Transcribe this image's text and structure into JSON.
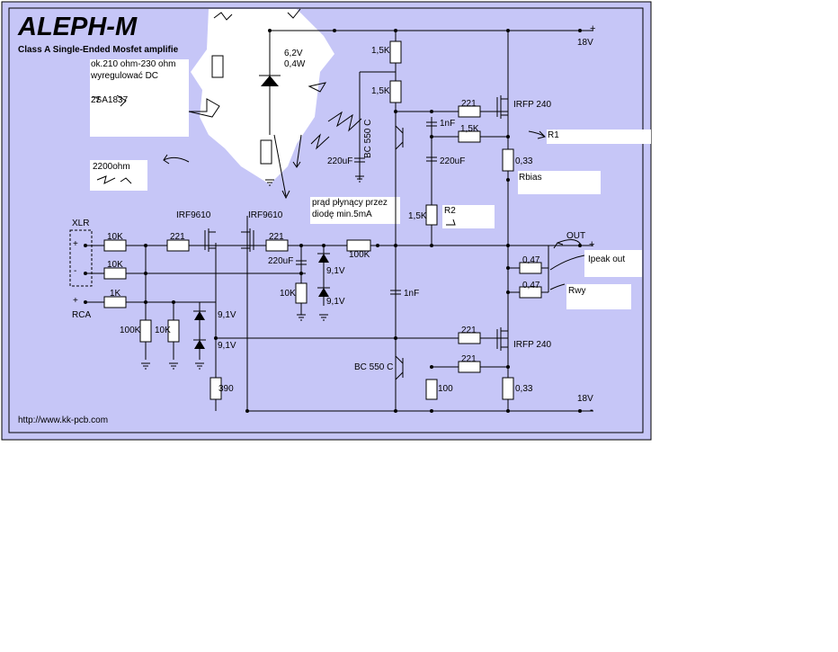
{
  "title": "ALEPH-M",
  "subtitle": "Class A Single-Ended Mosfet amplifie",
  "url": "http://www.kk-pcb.com",
  "colors": {
    "background": "#c6c6f7",
    "white_overlay": "#ffffff",
    "ink": "#000000"
  },
  "supply": {
    "top": "18V",
    "top_sign": "+",
    "bottom": "18V",
    "bottom_sign": "-"
  },
  "inputs": {
    "xlr": "XLR",
    "rca": "RCA",
    "plus": "+",
    "minus": "-"
  },
  "output": {
    "label": "OUT",
    "plus": "+",
    "minus": "-"
  },
  "notes": {
    "adjust_line1": "ok.210 ohm-230 ohm",
    "adjust_line2": "wyregulować DC",
    "transistor": "2SA1837",
    "r_2200": "2200ohm",
    "zener_v": "6,2V",
    "zener_w": "0,4W",
    "diode_current_line1": "prąd płynący przez",
    "diode_current_line2": "diodę min.5mA",
    "r1": "R1",
    "r2": "R2",
    "rbias": "Rbias",
    "rwy": "Rwy",
    "ipeak": "Ipeak out"
  },
  "components": {
    "r_top_1": "1,5K",
    "r_top_2": "1,5K",
    "r_221_top": "221",
    "c_1nf_top": "1nF",
    "r_1k5_fb": "1,5K",
    "c_220_top_left": "220uF",
    "c_220_top_right": "220uF",
    "bc_top": "BC 550 C",
    "irfp_top": "IRFP 240",
    "r_033_top": "0,33",
    "r_1k5_mid": "1,5K",
    "irf9610_left": "IRF9610",
    "irf9610_right": "IRF9610",
    "r_10k_in1": "10K",
    "r_221_in": "221",
    "r_10k_in2": "10K",
    "r_1k_rca": "1K",
    "r_100k_gnd": "100K",
    "r_10k_gnd": "10K",
    "z_91_a": "9,1V",
    "z_91_b": "9,1V",
    "r_390": "390",
    "r_221_gate": "221",
    "c_220_mid": "220uF",
    "r_10k_mid": "10K",
    "z_91_c": "9,1V",
    "z_91_d": "9,1V",
    "r_100k_mid": "100K",
    "c_1nf_mid": "1nF",
    "r_047_a": "0,47",
    "r_047_b": "0,47",
    "r_221_bot_a": "221",
    "r_221_bot_b": "221",
    "irfp_bot": "IRFP 240",
    "bc_bot": "BC 550 C",
    "r_100_bot": "100",
    "r_033_bot": "0,33"
  }
}
